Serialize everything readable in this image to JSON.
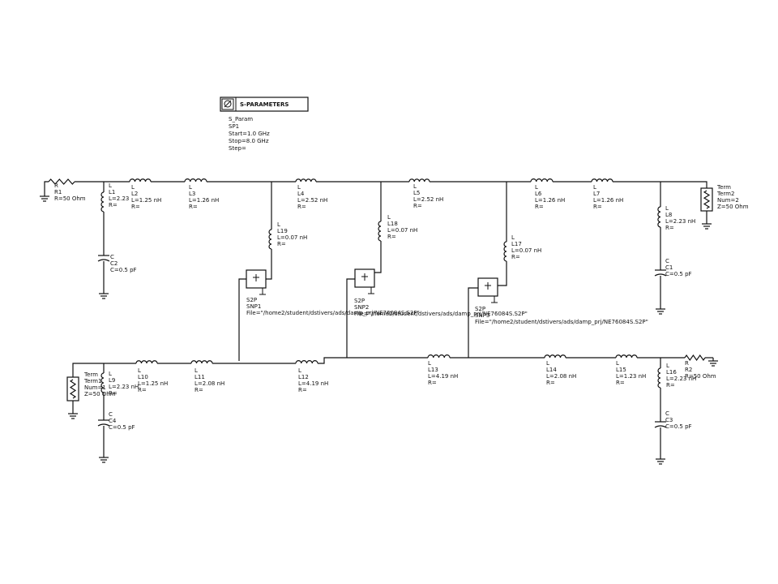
{
  "sparam_block": {
    "header": "S-PARAMETERS",
    "lines": [
      "S_Param",
      "SP1",
      "Start=1.0 GHz",
      "Stop=8.0 GHz",
      "Step="
    ]
  },
  "labels": {
    "R1": [
      "R",
      "R1",
      "R=50 Ohm"
    ],
    "L1": [
      "L",
      "L1",
      "L=2.23",
      "R="
    ],
    "L2": [
      "L",
      "L2",
      "L=1.25 nH",
      "R="
    ],
    "L3": [
      "L",
      "L3",
      "L=1.26 nH",
      "R="
    ],
    "L4": [
      "L",
      "L4",
      "L=2.52 nH",
      "R="
    ],
    "L5": [
      "L",
      "L5",
      "L=2.52 nH",
      "R="
    ],
    "L6": [
      "L",
      "L6",
      "L=1.26 nH",
      "R="
    ],
    "L7": [
      "L",
      "L7",
      "L=1.26 nH",
      "R="
    ],
    "L8": [
      "L",
      "L8",
      "L=2.23 nH",
      "R="
    ],
    "Term2": [
      "Term",
      "Term2",
      "Num=2",
      "Z=50 Ohm"
    ],
    "C2": [
      "C",
      "C2",
      "C=0.5 pF"
    ],
    "C1": [
      "C",
      "C1",
      "C=0.5 pF"
    ],
    "L19": [
      "L",
      "L19",
      "L=0.07 nH",
      "R="
    ],
    "L18": [
      "L",
      "L18",
      "L=0.07 nH",
      "R="
    ],
    "L17": [
      "L",
      "L17",
      "L=0.07 nH",
      "R="
    ],
    "SNP1": [
      "S2P",
      "SNP1",
      "File=\"/home2/student/dstivers/ads/damp_prj/NE76084S.S2P\""
    ],
    "SNP2": [
      "S2P",
      "SNP2",
      "File=\"/home2/student/dstivers/ads/damp_prj/NE76084S.S2P\""
    ],
    "SNP3": [
      "S2P",
      "SNP3",
      "File=\"/home2/student/dstivers/ads/damp_prj/NE76084S.S2P\""
    ],
    "Term1": [
      "Term",
      "Term1",
      "Num=1",
      "Z=50 Ohm"
    ],
    "L9": [
      "L",
      "L9",
      "L=2.23 nH",
      "R="
    ],
    "L10": [
      "L",
      "L10",
      "L=1.25 nH",
      "R="
    ],
    "L11": [
      "L",
      "L11",
      "L=2.08 nH",
      "R="
    ],
    "L12": [
      "L",
      "L12",
      "L=4.19 nH",
      "R="
    ],
    "L13": [
      "L",
      "L13",
      "L=4.19 nH",
      "R="
    ],
    "L14": [
      "L",
      "L14",
      "L=2.08 nH",
      "R="
    ],
    "L15": [
      "L",
      "L15",
      "L=1.23 nH",
      "R="
    ],
    "L16": [
      "L",
      "L16",
      "L=2.23 nH",
      "R="
    ],
    "R2": [
      "R",
      "R2",
      "R=50 Ohm"
    ],
    "C4": [
      "C",
      "C4",
      "C=0.5 pF"
    ],
    "C3": [
      "C",
      "C3",
      "C=0.5 pF"
    ]
  }
}
